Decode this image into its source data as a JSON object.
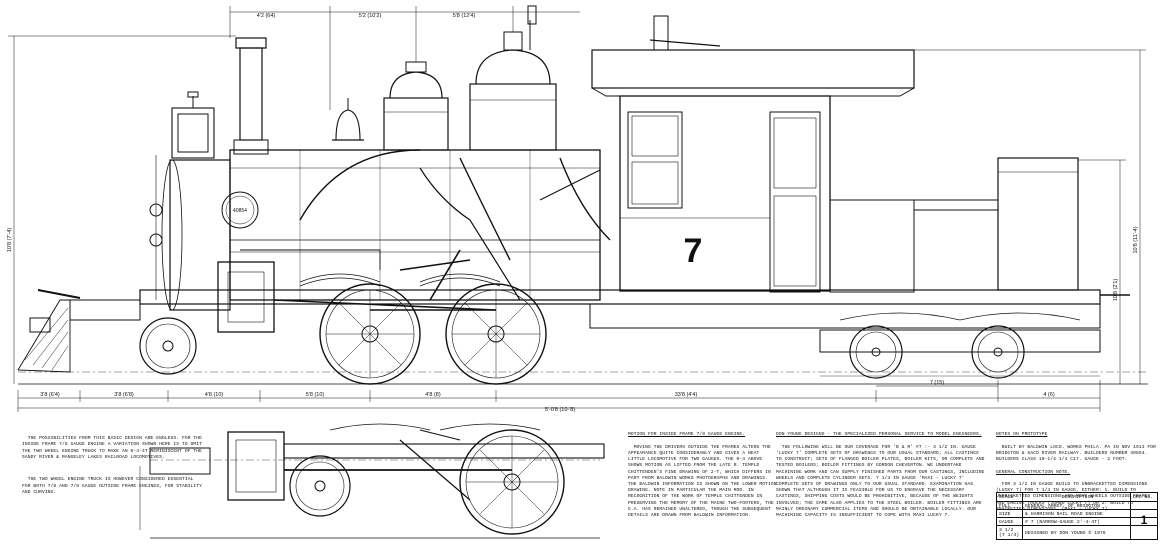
{
  "loco_number": "7",
  "plate_text": "40854",
  "top_dimensions": [
    "4'2 (64)",
    "5'2 (10'2)",
    "5'8 (12'4)"
  ],
  "bottom_dimensions": [
    "3'8 (6'4)",
    "3'8 (6'8)",
    "4'8 (10)",
    "5'8 (10)",
    "4'8 (8)",
    "33'8 (4'4)",
    "4 (6)",
    "7 (15)"
  ],
  "overall_length": "5'-0'8 (10-'8)",
  "left_height": "10'8 (7'-4)",
  "right_heights": [
    "10'8 (11'-4)",
    "10'8 (2'1)"
  ],
  "left_notes": {
    "p1": "THE POSSIBILITIES FROM THIS BASIC DESIGN ARE ENDLESS. FOR THE INSIDE FRAME 7/8 GAUGE ENGINE A VARIATION SHOWN HERE IS TO OMIT THE TWO WHEEL ENGINE TRUCK TO MAKE AN 0-4-4T REMINISCENT OF THE SANDY RIVER & RANGELEY LAKES RAILROAD LOCOMOTIVES.",
    "p2": "THE TWO WHEEL ENGINE TRUCK IS HOWEVER CONSIDERED ESSENTIAL FOR BOTH 7/8 AND 7/8 GAUGE OUTSIDE FRAME ENGINES, FOR STABILITY AND CURVING."
  },
  "motion_note": {
    "heading": "MOTION FOR INSIDE FRAME 7/8 GAUGE ENGINE.",
    "body": "MOVING THE DRIVERS OUTSIDE THE FRAMES ALTERS THE APPEARANCE QUITE CONSIDERABLY AND GIVES A NEAT LITTLE LOCOMOTIVE FOR TWO GAUGES. THE 0-4 ABOVE SHOWS MOTION AS LIFTED FROM THE LATE R. TEMPLE CHITTENDEN'S FINE DRAWING OF 2-T, WHICH DIFFERS IN PART FROM BALDWIN WORKS PHOTOGRAPHS AND DRAWINGS. THE BALDWIN INFORMATION IS SHOWN ON THE LOWER MOTION DRAWING. NOTE IN PARTICULAR THE MAIN ROD. IN RECOGNITION OF THE WORK OF TEMPLE CHITTENDEN IN PRESERVING THE MEMORY OF THE MAINE TWO-FOOTERS, THE G.A. HAS REMAINED UNALTERED, THOUGH THE SUBSEQUENT DETAILS ARE DRAWN FROM BALDWIN INFORMATION."
  },
  "service_note": {
    "heading": "DON YOUNG DESIGNS - THE SPECIALIZED PERSONAL SERVICE TO MODEL ENGINEERS.",
    "body": "THE FOLLOWING WILL BE OUR COVERAGE FOR 'B & R' #7 :- 3 1/2 IN. GAUGE 'LUCKY 7' COMPLETE SETS OF DRAWINGS TO OUR USUAL STANDARD; ALL CASTINGS TO CONSTRUCT; SETS OF FLANGED BOILER PLATES, BOILER KITS, OR COMPLETE AND TESTED BOILERS; BOILER FITTINGS BY GORDON CHEVERTON. WE UNDERTAKE MACHINING WORK AND CAN SUPPLY FINISHED PARTS FROM OUR CASTINGS, INCLUDING WHEELS AND COMPLETE CYLINDER SETS. 7 1/4 IN GAUGE 'MAXI - LUCKY 7' COMPLETE SETS OF DRAWINGS ONLY TO OUR USUAL STANDARD. EXAMINATION HAS SHOWN THAT ALTHOUGH IT IS FEASIBLE FOR US TO ENGRAVE THE NECESSARY CASTINGS, SHIPPING COSTS WOULD BE PROHIBITIVE, BECAUSE OF THE WEIGHTS INVOLVED; THE SAME ALSO APPLIES TO THE STEEL BOILER. BOILER FITTINGS ARE MAINLY ORDINARY COMMERCIAL ITEMS AND SHOULD BE OBTAINABLE LOCALLY. OUR MACHINING CAPACITY IS INSUFFICIENT TO COPE WITH MAXI LUCKY 7."
  },
  "prototype_note": {
    "heading": "NOTES ON PROTOTYPE",
    "body": "BUILT BY BALDWIN LOCO. WORKS PHILA. PA IN NOV 1913 FOR BRIDGTON & SACO RIVER RAILWAY. BUILDERS NUMBER 40854. BUILDERS CLASS 10-1/4 1/4 C17. GAUGE - 2 FOOT.",
    "heading2": "GENERAL CONSTRUCTION NOTE.",
    "body2": "FOR 3 1/2 IN GAUGE BUILD TO UNBRACKETTED DIMENSIONS (LUCKY 7) FOR 7 1/4 IN GAUGE, EITHER: 1. BUILD TO UNBRACKETTED DIMENSIONS AND MOVE WHEELS OUTSIDE FRAMES AND ENGINE TRUCKS (JUMBO LUCKY 7) OR 2. BUILD TO BRACKETTED DIMENSIONS. (MAXI - LUCKY 7)"
  },
  "title_block": {
    "scale_label": "SCALE",
    "description_label": "DESCRIPTION",
    "dwg_label": "DRG No.",
    "full_label": "FULL",
    "size_label": "SIZE",
    "gauge_label": "GAUGE",
    "gauge_value": "3 1/2 (7 1/4)",
    "desc1": "GENERAL ARRGT. OF BRIDGTON",
    "desc2": "& HARRISON RAIL ROAD ENGINE",
    "desc3": "# 7 (NARROW-GAUGE 2'-4-4T)",
    "designed": "DESIGNED BY  DON YOUNG © 1976",
    "dwg_number": "1"
  }
}
